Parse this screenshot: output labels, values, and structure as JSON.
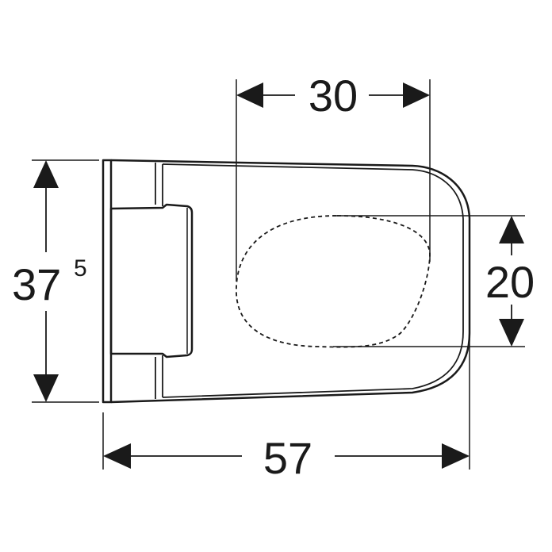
{
  "dimensions": {
    "top_width": "30",
    "height_main": "37",
    "height_superscript": "5",
    "inner_height": "20",
    "overall_length": "57"
  },
  "colors": {
    "line": "#1a1a1a",
    "background": "#ffffff"
  }
}
